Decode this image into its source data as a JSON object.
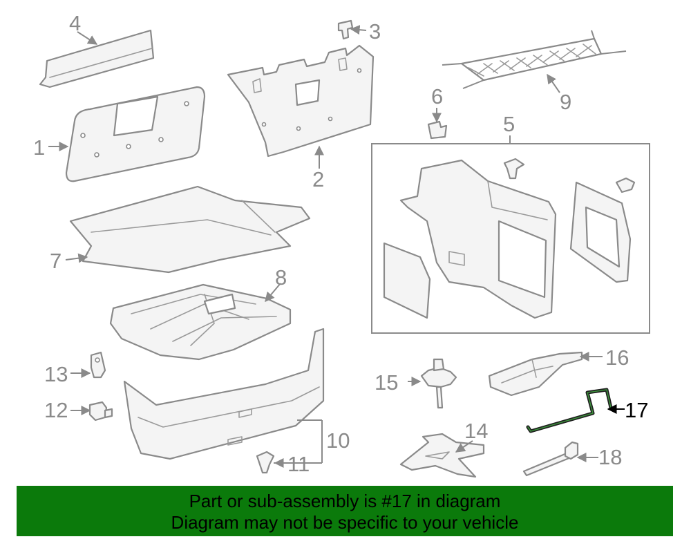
{
  "diagram": {
    "callouts": {
      "c1": "1",
      "c2": "2",
      "c3": "3",
      "c4": "4",
      "c5": "5",
      "c6": "6",
      "c7": "7",
      "c8": "8",
      "c9": "9",
      "c10": "10",
      "c11": "11",
      "c12": "12",
      "c13": "13",
      "c14": "14",
      "c15": "15",
      "c16": "16",
      "c17": "17",
      "c18": "18"
    },
    "highlighted_part": "17",
    "colors": {
      "line": "#8a8a8a",
      "highlight": "#1f1f1f",
      "banner": "#0b7a0b"
    }
  },
  "banner": {
    "line1": "Part or sub-assembly is #17 in diagram",
    "line2": "Diagram may not be specific to your vehicle"
  }
}
